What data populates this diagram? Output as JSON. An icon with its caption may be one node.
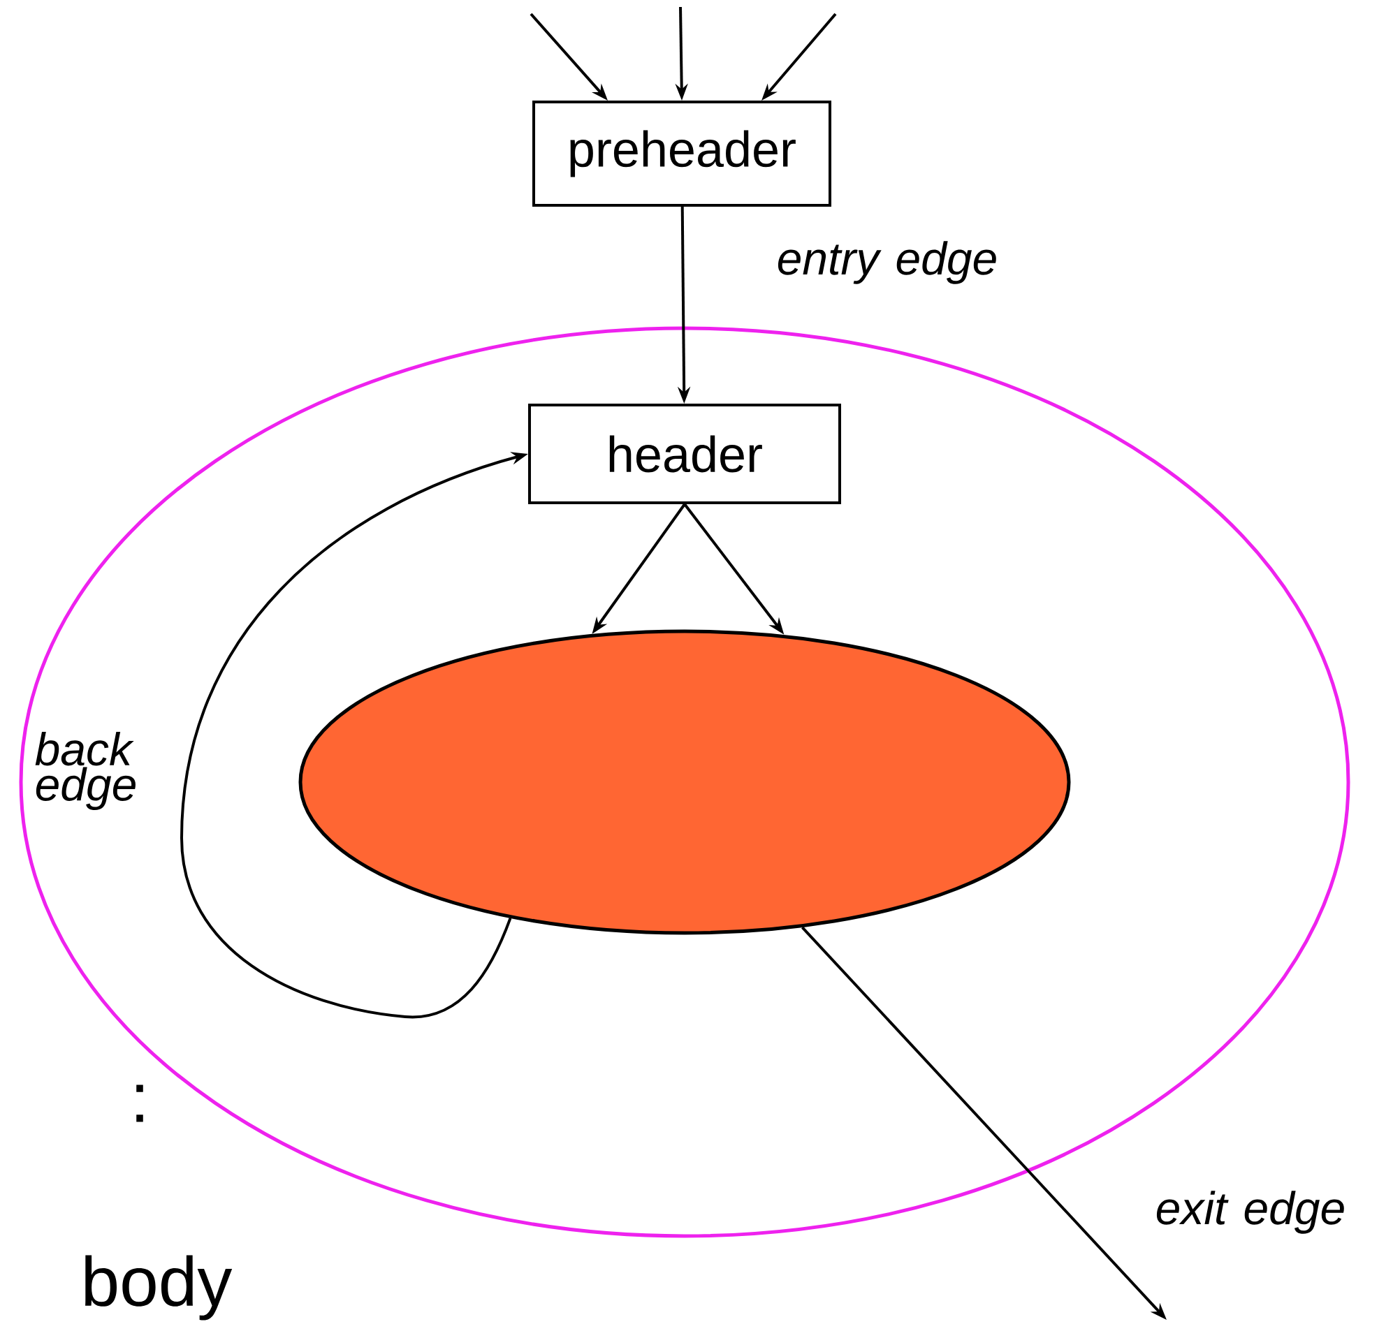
{
  "diagram": {
    "nodes": [
      {
        "text": [
          "preheader"
        ]
      },
      {
        "text": [],
        "shape": "ellipse"
      },
      {
        "text": [
          "header"
        ],
        "in": 1
      },
      {
        "text": [],
        "shape": "ellipse",
        "in": 1
      }
    ],
    "edges": [
      {
        "from": null,
        "to": 0,
        "arrow": "to"
      },
      {
        "from": null,
        "to": 0,
        "arrow": "to"
      },
      {
        "from": null,
        "to": 0,
        "arrow": "to"
      },
      {
        "from": 0,
        "to": 2,
        "arrow": "to",
        "label": "entry edge"
      },
      {
        "from": 2,
        "to": 3,
        "arrow": "to"
      },
      {
        "from": 2,
        "to": 3,
        "arrow": "to"
      },
      {
        "from": 3,
        "to": 2,
        "arrow": "to",
        "label": "back edge"
      },
      {
        "from": 3,
        "to": null,
        "arrow": "to",
        "label": "exit edge"
      }
    ],
    "labels": [
      ":",
      "body"
    ]
  }
}
